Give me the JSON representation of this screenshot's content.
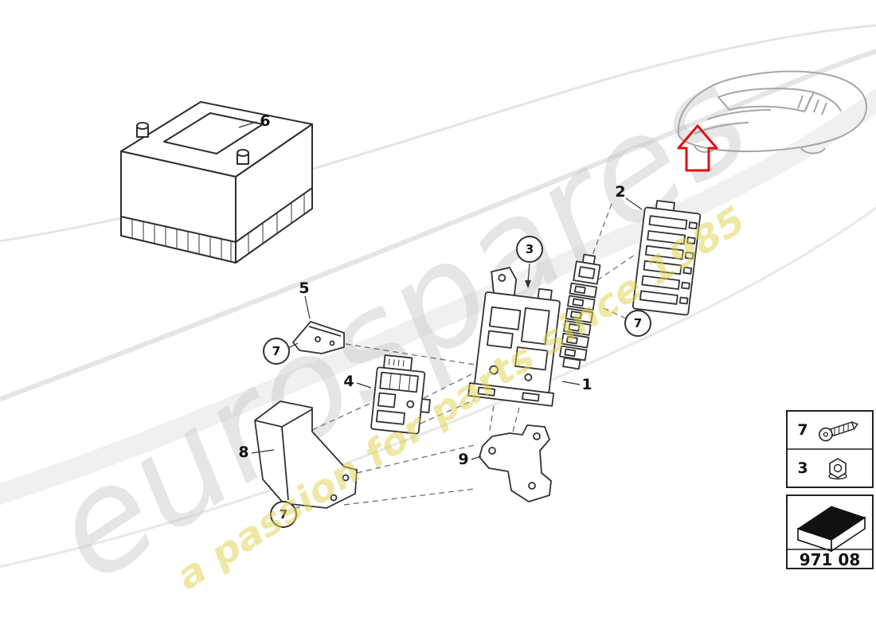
{
  "watermark": {
    "brand": "eurospares",
    "tagline": "a passion for parts since 1985"
  },
  "parts": {
    "fuse_box": {
      "label": "1"
    },
    "fuse_holder": {
      "label": "2"
    },
    "nut_callout": {
      "label": "3"
    },
    "control_module": {
      "label": "4"
    },
    "bracket": {
      "label": "5"
    },
    "battery": {
      "label": "6"
    },
    "screw_callout": {
      "label": "7"
    },
    "cover": {
      "label": "8"
    },
    "securing_plate": {
      "label": "9"
    }
  },
  "legend": {
    "screw": {
      "label": "7",
      "icon": "screw-icon"
    },
    "nut": {
      "label": "3",
      "icon": "nut-icon"
    }
  },
  "part_code": "971 08",
  "icons": {
    "forward_arrow": "forward-arrow-icon",
    "direction_arrow": "direction-arrow-icon"
  }
}
